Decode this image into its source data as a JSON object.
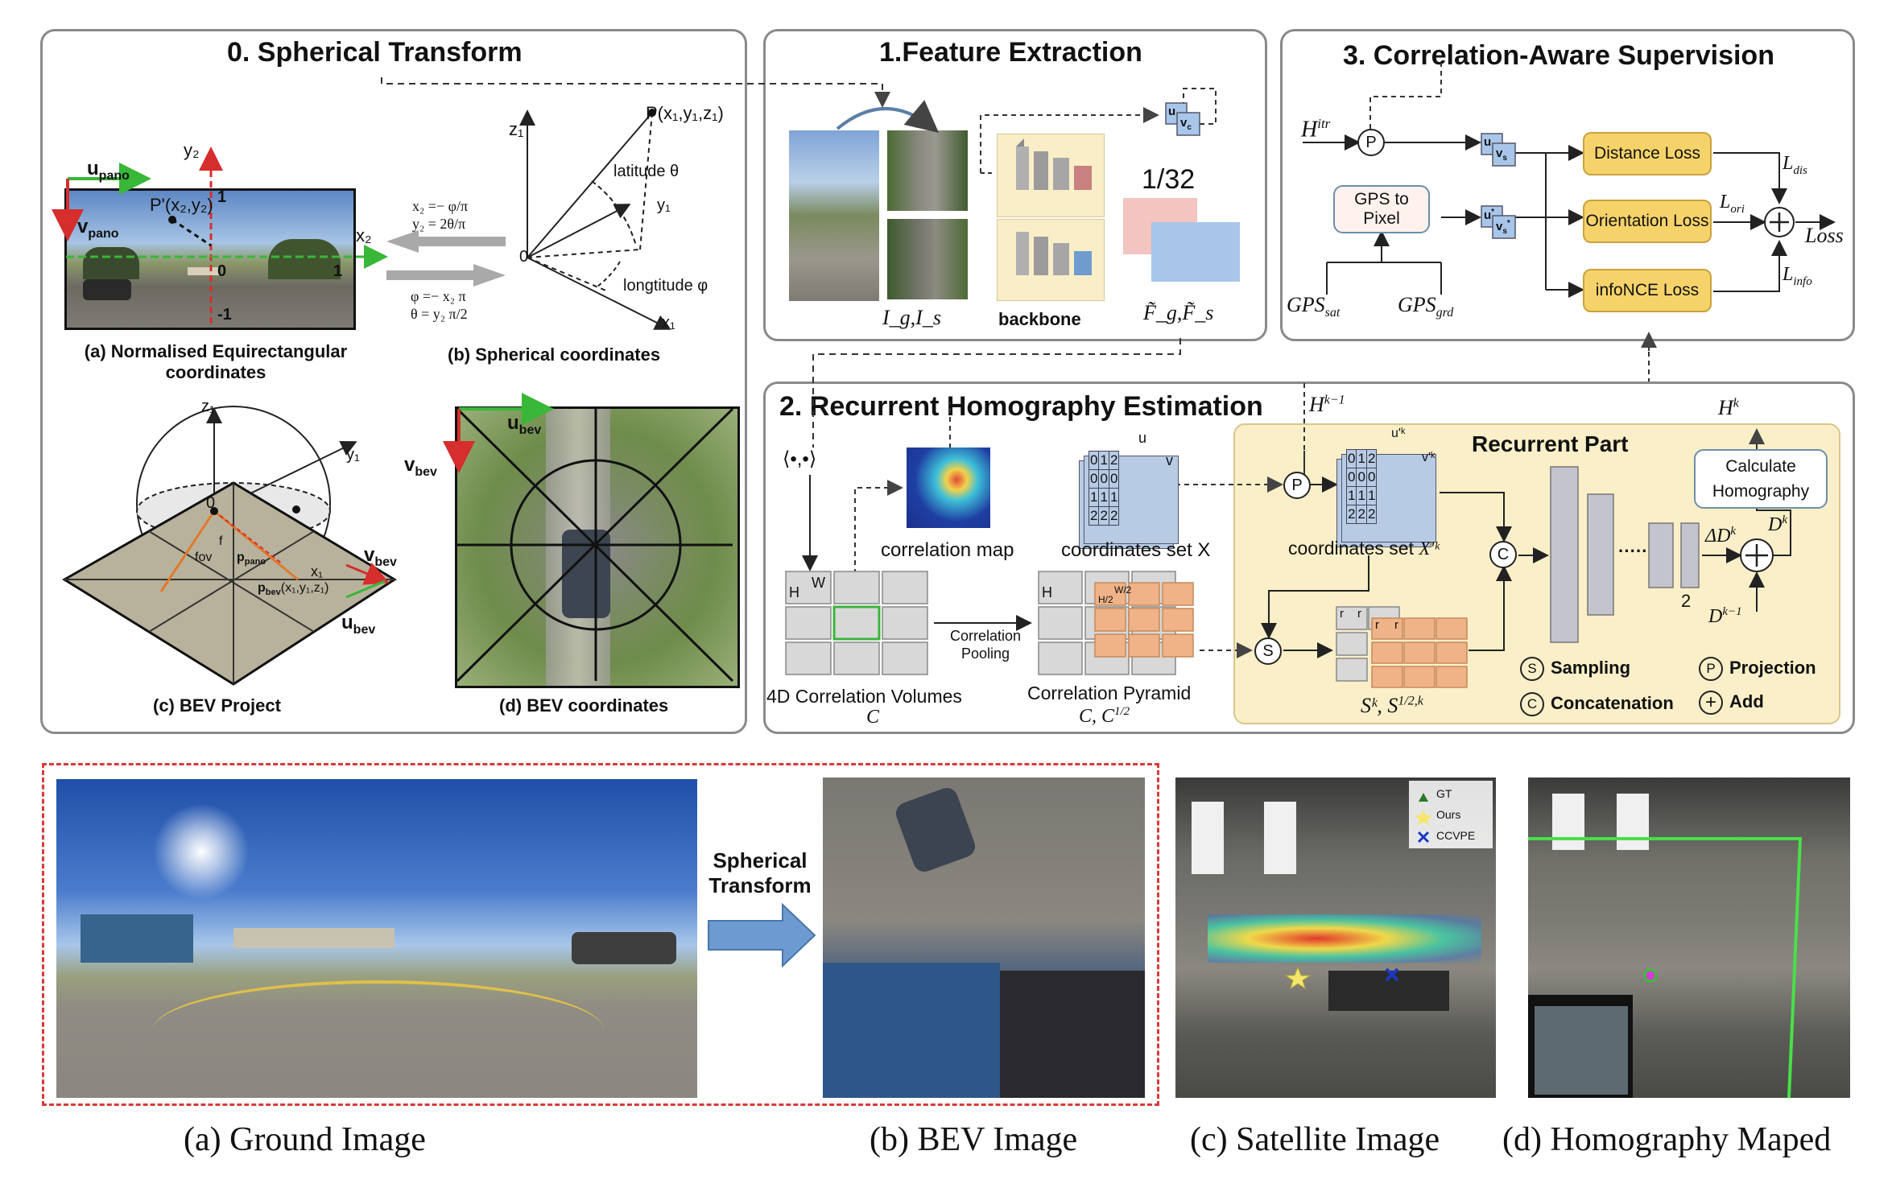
{
  "panel0": {
    "title": "0. Spherical Transform",
    "u_pano": "u",
    "u_pano_sub": "pano",
    "v_pano": "v",
    "v_pano_sub": "pano",
    "y2": "y₂",
    "x2": "x₂",
    "p_prime": "P'(x₂,y₂)",
    "one_top": "1",
    "one_right": "1",
    "zero": "0",
    "minus_one": "-1",
    "eq1a": "x₂ =− φ/π",
    "eq1b": "y₂ = 2θ/π",
    "eq2a": "φ =− x₂ π",
    "eq2b": "θ = y₂ π/2",
    "z1": "z₁",
    "p_point": "P(x₁,y₁,z₁)",
    "latitude": "latitude θ",
    "y1": "y₁",
    "sph_zero": "0",
    "longitude": "longtitude φ",
    "x1": "x₁",
    "cap_a_1": "(a) Normalised Equirectangular",
    "cap_a_2": "coordinates",
    "cap_b": "(b) Spherical coordinates",
    "bev_z1": "z₁",
    "bev_y1": "y₁",
    "bev_zero": "0",
    "fov": "fov",
    "f": "f",
    "p_pano": "p",
    "p_pano_sub": "pano",
    "bev_x1": "x₁",
    "p_bev": "p",
    "p_bev_sub": "bev",
    "p_bev_coords": "(x₁,y₁,z₁)",
    "v_bev": "v",
    "v_bev_sub": "bev",
    "u_bev": "u",
    "u_bev_sub": "bev",
    "cap_c": "(c) BEV Project",
    "cap_d": "(d) BEV coordinates",
    "d_u_bev": "u",
    "d_u_bev_sub": "bev",
    "d_v_bev": "v",
    "d_v_bev_sub": "bev"
  },
  "panel1": {
    "title": "1.Feature Extraction",
    "u_c": "u",
    "v_c": "v",
    "v_c_sub": "c",
    "one_32": "1/32",
    "ig_is": "I_g,I_s",
    "backbone": "backbone",
    "fg_fs": "F̃_g,F̃_s"
  },
  "panel3": {
    "title": "3. Correlation-Aware Supervision",
    "h_itr": "H",
    "h_itr_sup": "itr",
    "p": "P",
    "u_s": "u",
    "v_s": "v",
    "v_s_sub": "s",
    "u_s_star": "u",
    "v_s_star": "v",
    "v_s_star_sub": "s",
    "gps_to_pixel": "GPS to Pixel",
    "gps_sat": "GPS",
    "gps_sat_sub": "sat",
    "gps_grd": "GPS",
    "gps_grd_sub": "grd",
    "distance_loss": "Distance Loss",
    "orientation_loss": "Orientation Loss",
    "infonce_loss": "infoNCE Loss",
    "l_dis": "L",
    "l_dis_sub": "dis",
    "l_ori": "L",
    "l_ori_sub": "ori",
    "l_info": "L",
    "l_info_sub": "info",
    "loss": "Loss"
  },
  "panel2": {
    "title": "2. Recurrent Homography Estimation",
    "inner": "⟨•,•⟩",
    "correlation_map": "correlation map",
    "u": "u",
    "v": "v",
    "coord_rows": [
      [
        "0",
        "1",
        "2"
      ],
      [
        "0",
        "0",
        "0"
      ],
      [
        "1",
        "1",
        "1"
      ],
      [
        "2",
        "2",
        "2"
      ]
    ],
    "coordinates_set_x": "coordinates set X",
    "h": "H",
    "w": "W",
    "correlation_pooling": "Correlation Pooling",
    "h2": "H",
    "w2": "W/2",
    "h2b": "H/2",
    "vol_label": "4D Correlation Volumes",
    "vol_c": "C",
    "pyr_label": "Correlation Pyramid",
    "pyr_c": "C, C",
    "pyr_sup": "1/2",
    "h_k1": "H",
    "h_k1_sup": "k−1",
    "recurrent_part": "Recurrent Part",
    "u_k": "u'ᵏ",
    "v_k": "v'ᵏ",
    "coordinates_set_xk": "coordinates set",
    "xk": "X'ᵏ",
    "p": "P",
    "c": "C",
    "s": "S",
    "r": "r",
    "two": "2",
    "dots": "·····",
    "calc_homography": "Calculate Homography",
    "h_k": "H",
    "h_k_sup": "k",
    "delta_dk": "ΔD",
    "delta_dk_sup": "k",
    "dk": "D",
    "dk_sup": "k",
    "dk1": "D",
    "dk1_sup": "k−1",
    "sk": "Sᵏ, S",
    "sk_sup": "1/2,k",
    "leg_sampling": "Sampling",
    "leg_projection": "Projection",
    "leg_concat": "Concatenation",
    "leg_add": "Add",
    "leg_s": "S",
    "leg_p": "P",
    "leg_c": "C",
    "leg_plus": "+"
  },
  "bottom": {
    "spherical_transform_1": "Spherical",
    "spherical_transform_2": "Transform",
    "legend_gt": "GT",
    "legend_ours": "Ours",
    "legend_ccvpe": "CCVPE",
    "cap_a": "(a) Ground Image",
    "cap_b": "(b) BEV Image",
    "cap_c": "(c) Satellite Image",
    "cap_d": "(d) Homography Maped"
  }
}
